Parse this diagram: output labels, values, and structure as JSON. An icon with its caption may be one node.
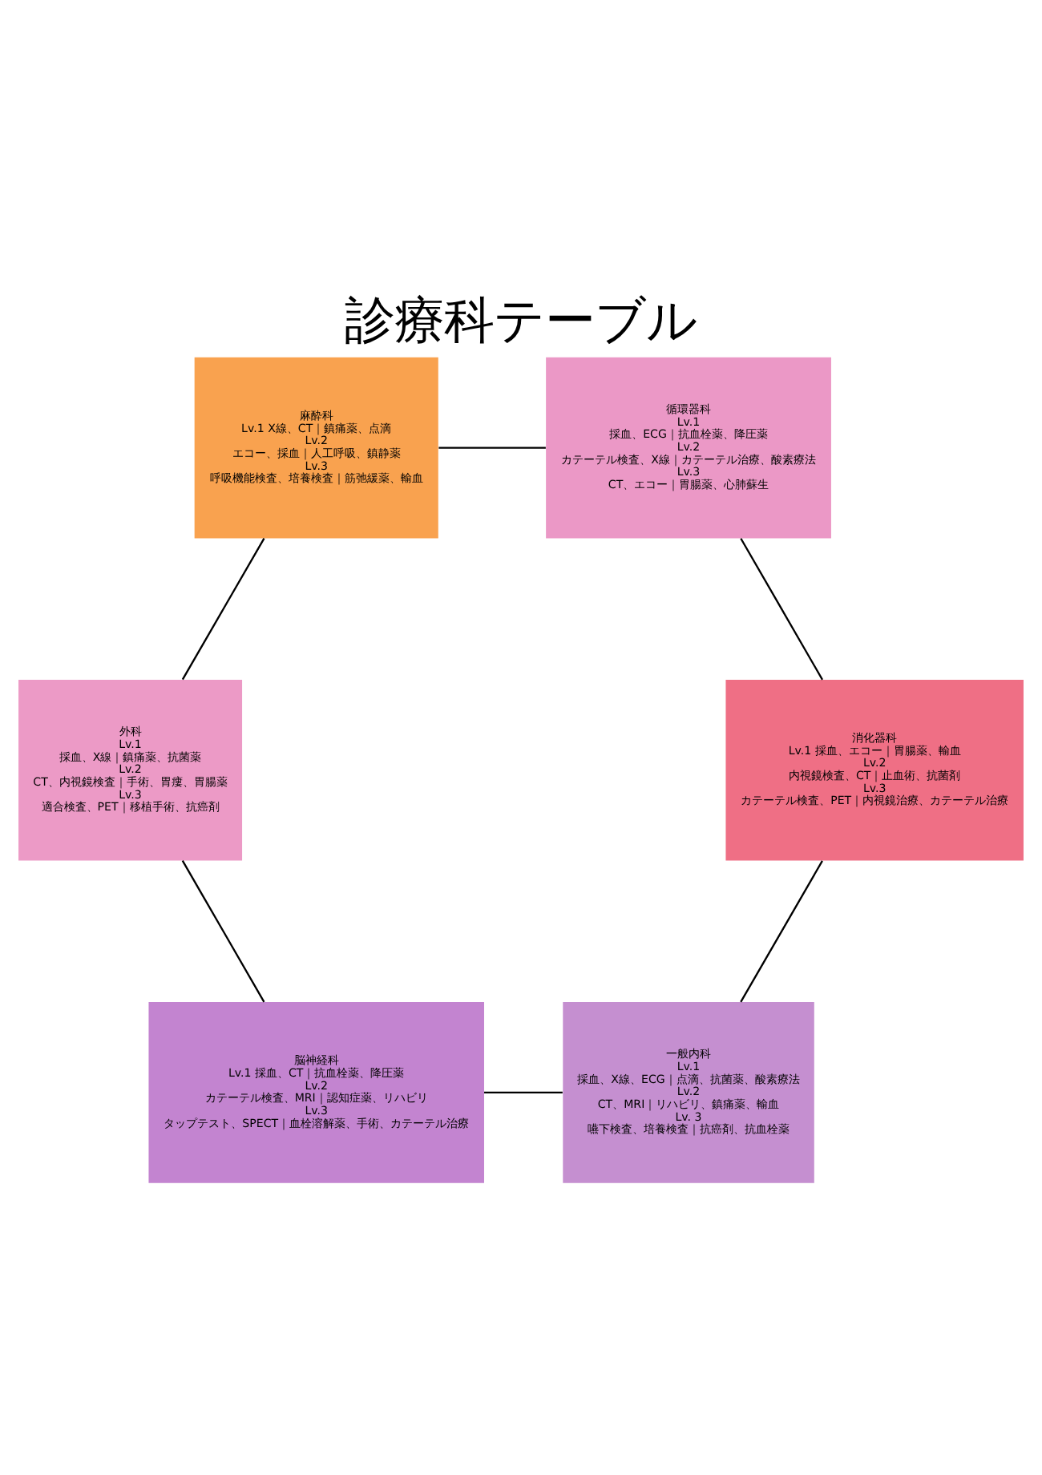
{
  "diagram": {
    "title": "診療科テーブル",
    "nodes": [
      {
        "text": [
          "一般内科",
          "Lv.1",
          "採血、X線、ECG｜点滴、抗菌薬、酸素療法",
          "Lv.2",
          "CT、MRI｜リハビリ、鎮痛薬、輸血",
          "Lv. 3",
          "嚥下検査、培養検査｜抗癌剤、抗血栓薬"
        ]
      },
      {
        "text": [
          "消化器科",
          "Lv.1 採血、エコー｜胃腸薬、輸血",
          "Lv.2",
          "内視鏡検査、CT｜止血術、抗菌剤",
          "Lv.3",
          "カテーテル検査、PET｜内視鏡治療、カテーテル治療"
        ]
      },
      {
        "text": [
          "脳神経科",
          "Lv.1 採血、CT｜抗血栓薬、降圧薬",
          "Lv.2",
          "カテーテル検査、MRI｜認知症薬、リハビリ",
          "Lv.3",
          "タップテスト、SPECT｜血栓溶解薬、手術、カテーテル治療"
        ]
      },
      {
        "text": [
          "循環器科",
          "Lv.1",
          "採血、ECG｜抗血栓薬、降圧薬",
          "Lv.2",
          "カテーテル検査、X線｜カテーテル治療、酸素療法",
          "Lv.3",
          "CT、エコー｜胃腸薬、心肺蘇生"
        ]
      },
      {
        "text": [
          "外科",
          "Lv.1",
          "採血、X線｜鎮痛薬、抗菌薬",
          "Lv.2",
          "CT、内視鏡検査｜手術、胃瘻、胃腸薬",
          "Lv.3",
          "適合検査、PET｜移植手術、抗癌剤"
        ]
      },
      {
        "text": [
          "麻酔科",
          "Lv.1 X線、CT｜鎮痛薬、点滴",
          "Lv.2",
          "エコー、採血｜人工呼吸、鎮静薬",
          "Lv.3",
          "呼吸機能検査、培養検査｜筋弛緩薬、輸血"
        ]
      }
    ],
    "edges": [
      {
        "from": 1,
        "to": 0,
        "arrow": "none"
      },
      {
        "from": 0,
        "to": 2,
        "arrow": "none"
      },
      {
        "from": 2,
        "to": 4,
        "arrow": "none"
      },
      {
        "from": 4,
        "to": 5,
        "arrow": "none"
      },
      {
        "from": 5,
        "to": 3,
        "arrow": "none"
      },
      {
        "from": 3,
        "to": 1,
        "arrow": "none"
      }
    ]
  }
}
